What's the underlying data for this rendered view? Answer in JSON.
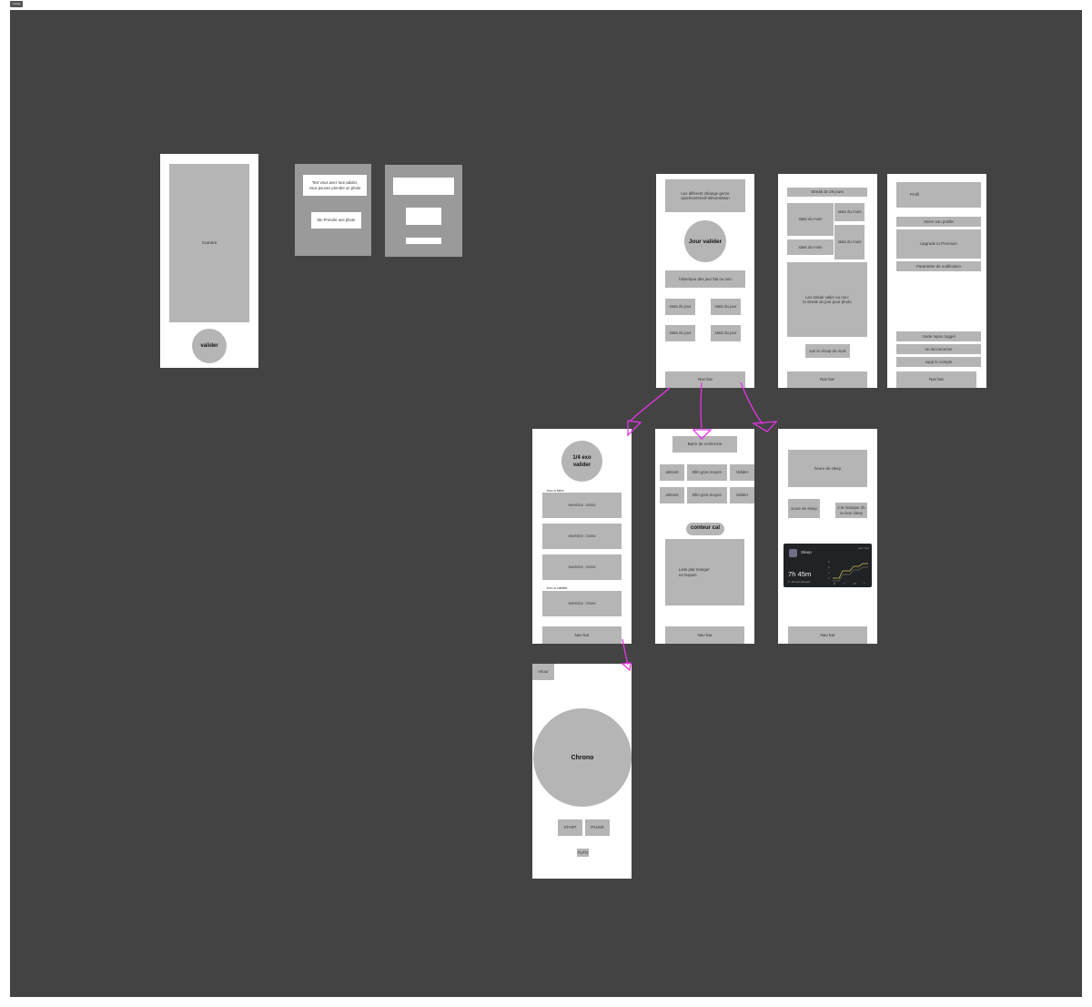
{
  "canvas": {
    "tag": "Config"
  },
  "camera_screen": {
    "camera": "Caméra",
    "validate": "valider"
  },
  "popup_screen": {
    "message": "Text vous avez tout valider,\nvous pouvez prendre un photo",
    "button": "btn Prendre une photo"
  },
  "home_screen": {
    "categories": "Les different chiange genre\nsport/sommeil/ alimentation",
    "day_validated": "Jour valider",
    "history": "historique des jour fait ou non",
    "stats": [
      "stats du jour",
      "stats du jour",
      "stats du jour",
      "stats du jour"
    ],
    "nav": "Nav bar"
  },
  "stats_screen": {
    "streak": "Streak de 29 jours",
    "month_stats": [
      "stats du mois",
      "stats du mois",
      "stats du mois",
      "stats du mois"
    ],
    "streak_detail": "Les streak valier ou non;\nla streak du jour pour photo",
    "recap": "voir le récap du mois",
    "nav": "Nav bar"
  },
  "profile_screen": {
    "profile": "Profil",
    "manage": "Gérer son profile",
    "premium": "Upgrade to Premium",
    "notifications": "Paramètre de notification",
    "rest_mode": "mode repos toggel",
    "logout": "se deconnecter",
    "delete": "supp le compte",
    "nav": "Nav bar"
  },
  "exercise_screen": {
    "progress": "1/4 exo\nvalider",
    "todo_label": "exo a faire",
    "todo": [
      {
        "name": "exercice",
        "timer": "crono"
      },
      {
        "name": "exercice",
        "timer": "crono"
      },
      {
        "name": "exercice",
        "timer": "crono"
      }
    ],
    "done_label": "exo a valider",
    "done": [
      {
        "name": "exercice",
        "timer": "crono"
      }
    ],
    "nav": "Nav bar"
  },
  "food_screen": {
    "search": "Barre de recherche",
    "rows": [
      {
        "food": "aliment",
        "fat": "Bfm gros moyen",
        "action": "Valider"
      },
      {
        "food": "aliment",
        "fat": "Bfm gros moyen",
        "action": "Valider"
      }
    ],
    "counter": "conteur cal",
    "list": "Liste  plat manger\nen bopars",
    "nav": "Nav bar"
  },
  "sleep_screen": {
    "hours": "heure de sleep",
    "score": "score de sleep",
    "missing": "il te manque 2h\nou bon sleep",
    "widget": {
      "title": "Sleep",
      "corner": "Last 7 days",
      "value": "7h 45m",
      "caption": "4 · 10m from last week",
      "x_ticks": [
        "M",
        "T",
        "W",
        "T"
      ],
      "y_ticks": [
        "8",
        "6",
        "4",
        "2"
      ]
    },
    "nav": "Nav bar"
  },
  "chrono_screen": {
    "back": "retour",
    "timer": "Chrono",
    "start": "START",
    "pause": "PAUSE",
    "tuto": "TUTO"
  },
  "colors": {
    "board": "#434343",
    "placeholder": "#b5b5b5",
    "arrow": "#e533e5"
  }
}
